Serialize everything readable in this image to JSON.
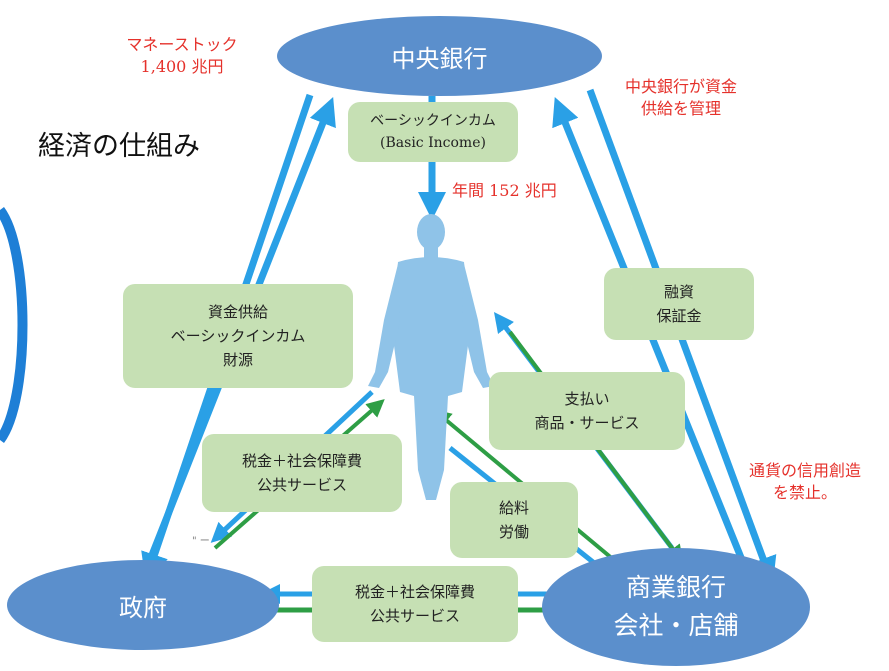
{
  "title": "経済の仕組み",
  "nodes": {
    "central_bank": "中央銀行",
    "government": "政府",
    "commercial_bank": [
      "商業銀行",
      "会社・店舗"
    ]
  },
  "annotations": {
    "money_stock": [
      "マネーストック",
      "1,400 兆円"
    ],
    "annual_amount": "年間 152 兆円",
    "central_bank_manages": [
      "中央銀行が資金",
      "供給を管理"
    ],
    "ban_credit_creation": [
      "通貨の信用創造",
      "を禁止。"
    ]
  },
  "boxes": {
    "basic_income": [
      "ベーシックインカム",
      "(Basic Income)"
    ],
    "fund_supply": [
      "資金供給",
      "ベーシックインカム",
      "財源"
    ],
    "loan": [
      "融資",
      "保証金"
    ],
    "payment": [
      "支払い",
      "商品・サービス"
    ],
    "tax_left": [
      "税金＋社会保障費",
      "公共サービス"
    ],
    "salary": [
      "給料",
      "労働"
    ],
    "tax_bottom": [
      "税金＋社会保障費",
      "公共サービス"
    ]
  },
  "stub_text": "\" ー",
  "colors": {
    "node": "#5b8fcc",
    "box": "#c6e0b4",
    "blue_arrow": "#2aa0e6",
    "green_arrow": "#2e9e45",
    "red_text": "#e5312b"
  }
}
